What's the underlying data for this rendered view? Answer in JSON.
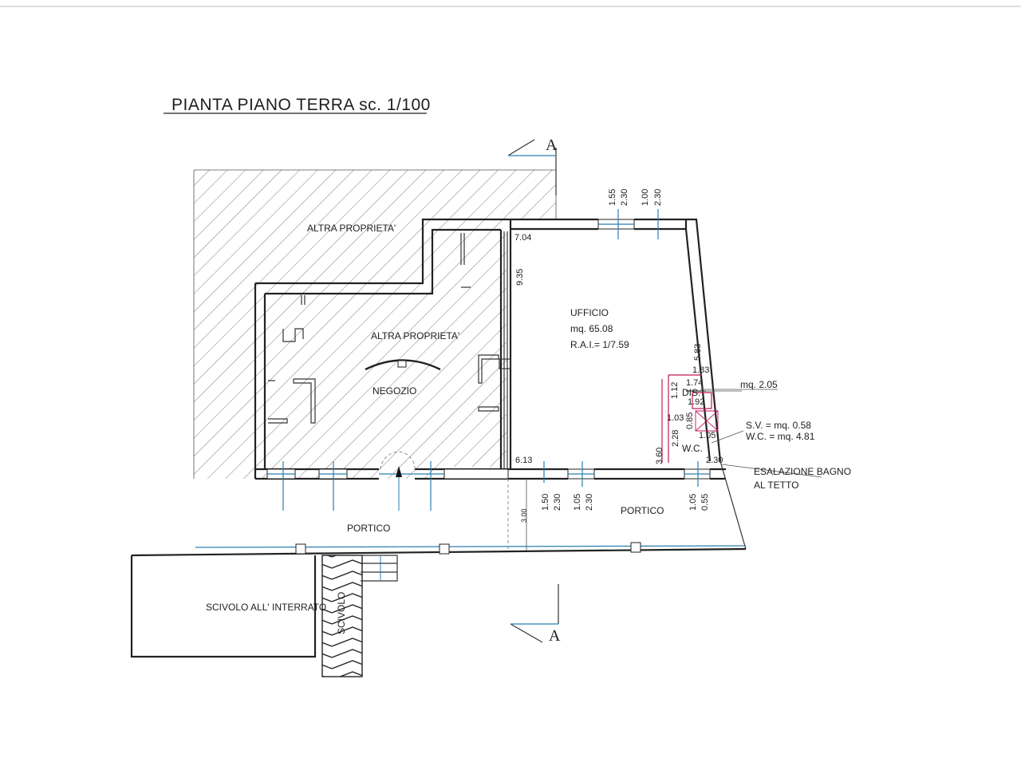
{
  "title": "PIANTA PIANO TERRA sc. 1/100",
  "section_mark": "A",
  "labels": {
    "altra_top": "ALTRA PROPRIETA'",
    "altra_mid": "ALTRA PROPRIETA'",
    "negozio": "NEGOZIO",
    "ufficio": "UFFICIO",
    "ufficio_area": "mq. 65.08",
    "ufficio_rai": "R.A.I.= 1/7.59",
    "dis": "DIS.",
    "wc": "W.C.",
    "dis_area": "mq. 2.05",
    "sv": "S.V. = mq. 0.58",
    "wc_area": "W.C. = mq. 4.81",
    "esalazione": "ESALAZIONE BAGNO",
    "al_tetto": "AL TETTO",
    "portico_left": "PORTICO",
    "portico_right": "PORTICO",
    "scivolo_interrato": "SCIVOLO ALL' INTERRATO",
    "scivolo": "SCIVOLO"
  },
  "dims": {
    "d155": "1.55",
    "d230a": "2.30",
    "d100": "1.00",
    "d230b": "2.30",
    "d704": "7.04",
    "d935": "9.35",
    "d583": "5.83",
    "d183": "1.83",
    "d174": "1.74",
    "d112": "1.12",
    "d192": "1.92",
    "d085": "0.85",
    "d103": "1.03",
    "d228": "2.28",
    "d105a": "1.05",
    "d360": "3.60",
    "d230c": "2.30",
    "d613": "6.13",
    "d150": "1.50",
    "d230d": "2.30",
    "d105b": "1.05",
    "d230e": "2.30",
    "d300": "3.00",
    "d105c": "1.05",
    "d055": "0.55"
  },
  "colors": {
    "line": "#222222",
    "window": "#2a7fb0",
    "hatch": "#6e6e6e",
    "accent": "#c2185b"
  }
}
